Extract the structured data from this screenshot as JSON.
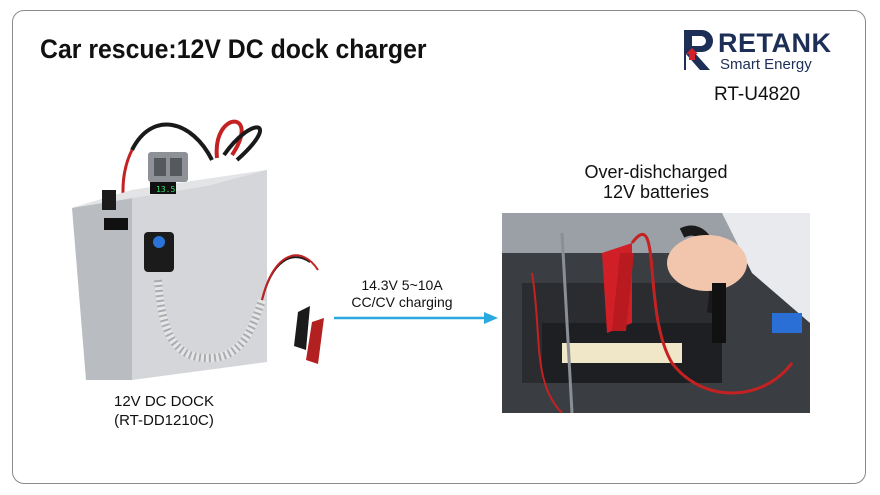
{
  "title": "Car rescue:12V DC dock charger",
  "brand": {
    "name": "RETANK",
    "tagline": "Smart Energy",
    "model": "RT-U4820",
    "colors": {
      "navy": "#1d2f57",
      "red": "#d3222a"
    }
  },
  "device": {
    "label_line1": "12V DC DOCK",
    "label_line2": "(RT-DD1210C)",
    "display_reading": "13.5"
  },
  "charging": {
    "line1": "14.3V 5~10A",
    "line2": "CC/CV charging",
    "arrow_color": "#2aa8e0"
  },
  "target": {
    "line1": "Over-dishcharged",
    "line2": "12V batteries"
  }
}
